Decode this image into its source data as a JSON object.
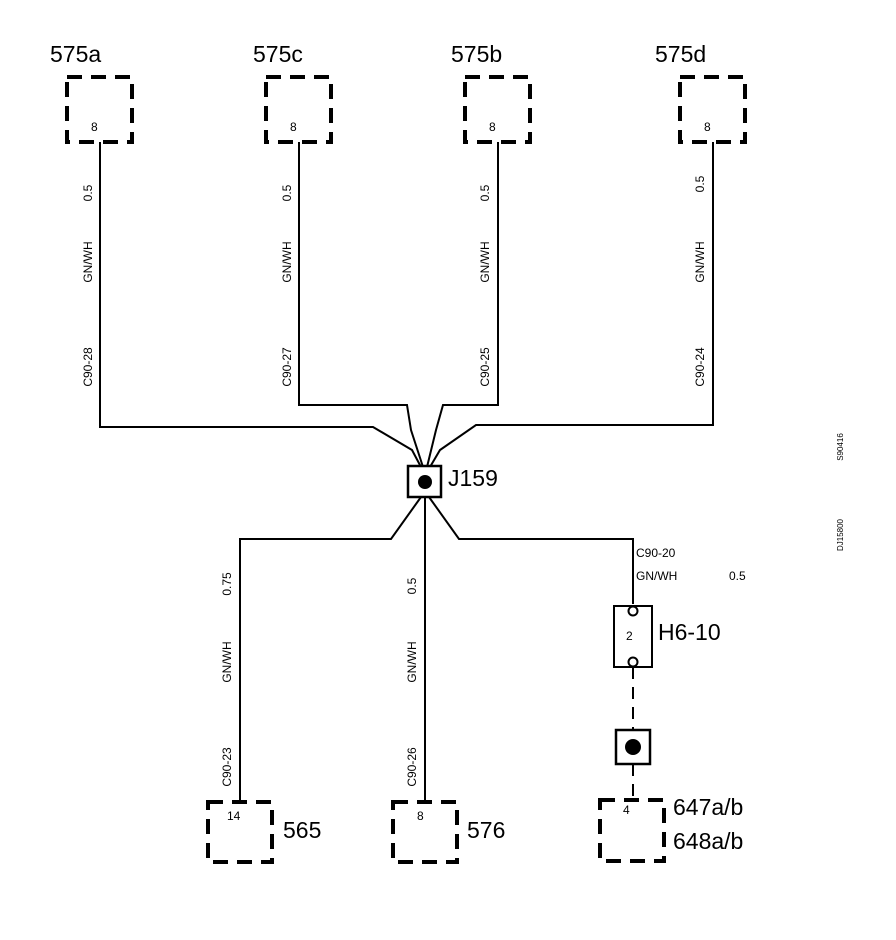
{
  "connectors": {
    "c575a": {
      "name": "575a",
      "pin": "8"
    },
    "c575c": {
      "name": "575c",
      "pin": "8"
    },
    "c575b": {
      "name": "575b",
      "pin": "8"
    },
    "c575d": {
      "name": "575d",
      "pin": "8"
    },
    "c565": {
      "name": "565",
      "pin": "14"
    },
    "c576": {
      "name": "576",
      "pin": "8"
    },
    "c647": {
      "name1": "647a/b",
      "name2": "648a/b",
      "pin": "4"
    }
  },
  "wires": {
    "w575a": {
      "size": "0.5",
      "color": "GN/WH",
      "pin": "C90-28"
    },
    "w575c": {
      "size": "0.5",
      "color": "GN/WH",
      "pin": "C90-27"
    },
    "w575b": {
      "size": "0.5",
      "color": "GN/WH",
      "pin": "C90-25"
    },
    "w575d": {
      "size": "0.5",
      "color": "GN/WH",
      "pin": "C90-24"
    },
    "w565": {
      "size": "0.75",
      "color": "GN/WH",
      "pin": "C90-23"
    },
    "w576": {
      "size": "0.5",
      "color": "GN/WH",
      "pin": "C90-26"
    },
    "wH6": {
      "size": "0.5",
      "color": "GN/WH",
      "pin": "C90-20"
    }
  },
  "splice": {
    "name": "J159"
  },
  "inline": {
    "name": "H6-10",
    "pin": "2"
  },
  "side_codes": {
    "top": "S90416",
    "bottom": "DJ15800"
  }
}
